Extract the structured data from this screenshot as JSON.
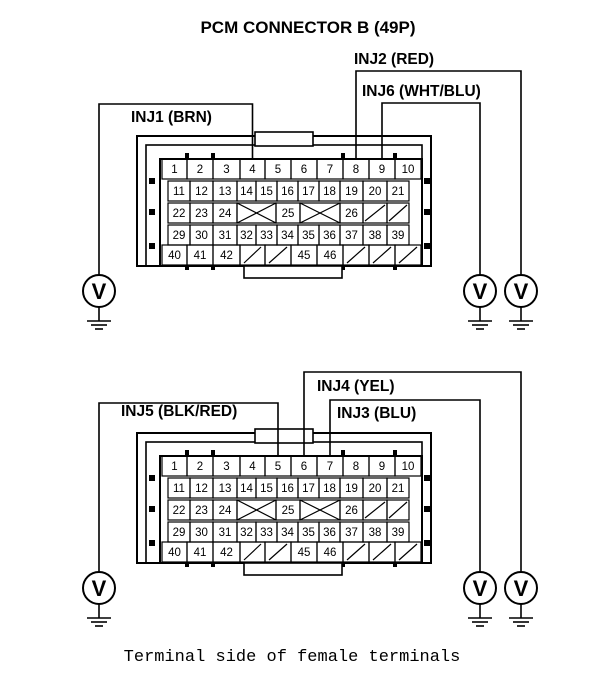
{
  "title": "PCM CONNECTOR B (49P)",
  "caption": "Terminal side of female terminals",
  "meter_symbol": "V",
  "connector": {
    "rows": [
      [
        "1",
        "2",
        "3",
        "4",
        "5",
        "6",
        "7",
        "8",
        "9",
        "10"
      ],
      [
        "11",
        "12",
        "13",
        "14",
        "15",
        "16",
        "17",
        "18",
        "19",
        "20",
        "21"
      ],
      [
        "22",
        "23",
        "24",
        "",
        "25",
        "",
        "26",
        "",
        ""
      ],
      [
        "29",
        "30",
        "31",
        "32",
        "33",
        "34",
        "35",
        "36",
        "37",
        "38",
        "39"
      ],
      [
        "40",
        "41",
        "42",
        "",
        "",
        "45",
        "46",
        "",
        "",
        ""
      ]
    ]
  },
  "views": [
    {
      "id": "top",
      "wires": [
        {
          "label": "INJ1 (BRN)",
          "terminal": "4"
        },
        {
          "label": "INJ2 (RED)",
          "terminal": "8"
        },
        {
          "label": "INJ6 (WHT/BLU)",
          "terminal": "9"
        }
      ]
    },
    {
      "id": "bottom",
      "wires": [
        {
          "label": "INJ5 (BLK/RED)",
          "terminal": "5"
        },
        {
          "label": "INJ4 (YEL)",
          "terminal": "6"
        },
        {
          "label": "INJ3 (BLU)",
          "terminal": "7"
        }
      ]
    }
  ]
}
